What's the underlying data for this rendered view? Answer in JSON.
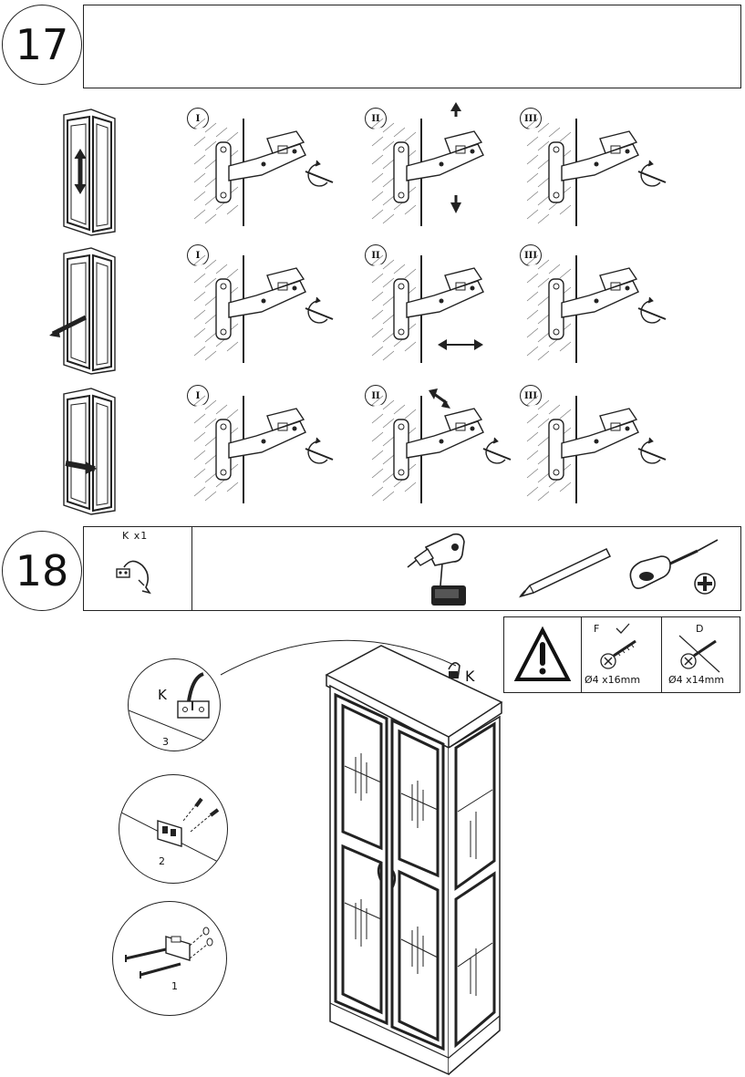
{
  "step17": {
    "number": "17",
    "rows": [
      {
        "labels": [
          "I",
          "II",
          "III"
        ]
      },
      {
        "labels": [
          "I",
          "II",
          "III"
        ]
      },
      {
        "labels": [
          "I",
          "II",
          "III"
        ]
      }
    ]
  },
  "step18": {
    "number": "18",
    "part_count": "K x1",
    "tools": [
      "drill-icon",
      "pencil-icon",
      "screwdriver-icon"
    ],
    "warning_icon": "warning-triangle-icon",
    "screws": [
      {
        "letter": "F",
        "status": "check",
        "size": "Ø4 x16mm"
      },
      {
        "letter": "D",
        "status": "crossed",
        "size": "Ø4 x14mm"
      }
    ],
    "cabinet_label": "K",
    "details": [
      {
        "num": "3",
        "label": "K"
      },
      {
        "num": "2"
      },
      {
        "num": "1"
      }
    ]
  }
}
